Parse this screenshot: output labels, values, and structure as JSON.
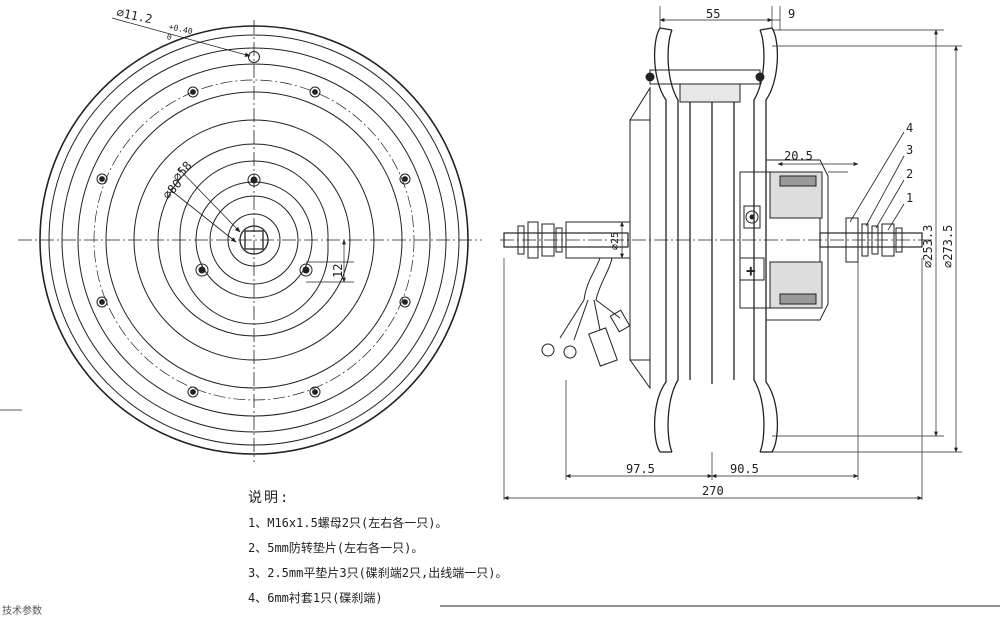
{
  "dimensions": {
    "hole_dia": "⌀11.2",
    "hole_tol_upper": "+0.40",
    "hole_tol_lower": "0",
    "d58": "⌀58",
    "d80": "⌀80",
    "d12": "12",
    "w55": "55",
    "w9": "9",
    "w20_5": "20.5",
    "d25": "⌀25",
    "d253_3": "⌀253.3",
    "d273_5": "⌀273.5",
    "w97_5": "97.5",
    "w90_5": "90.5",
    "w270": "270",
    "plus_mark": "+"
  },
  "callouts": [
    "1",
    "2",
    "3",
    "4"
  ],
  "notes": {
    "title": "说明:",
    "items": [
      "1、M16x1.5螺母2只(左右各一只)。",
      "2、5mm防转垫片(左右各一只)。",
      "3、2.5mm平垫片3只(碟刹端2只,出线端一只)。",
      "4、6mm衬套1只(碟刹端)"
    ]
  },
  "footer_fragment": "技术参数"
}
